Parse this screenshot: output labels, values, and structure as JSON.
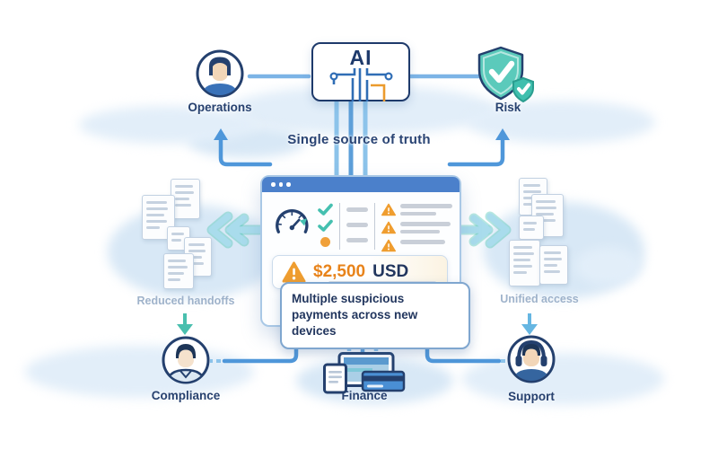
{
  "ai_hub": {
    "chip_label": "AI",
    "caption": "Single source of truth"
  },
  "nodes": {
    "operations": {
      "label": "Operations"
    },
    "risk": {
      "label": "Risk"
    },
    "compliance": {
      "label": "Compliance"
    },
    "finance": {
      "label": "Finance"
    },
    "support": {
      "label": "Support"
    }
  },
  "side_notes": {
    "left": "Reduced handoffs",
    "right": "Unified access"
  },
  "dashboard_card": {
    "alert_amount": "$2,500",
    "alert_currency": "USD",
    "tooltip": "Multiple suspicious payments across new devices"
  },
  "colors": {
    "navy": "#1e3a6b",
    "line_blue": "#5d9fd9",
    "teal": "#45c0b0",
    "orange": "#ef9d2f",
    "header_blue": "#4b80cb"
  }
}
